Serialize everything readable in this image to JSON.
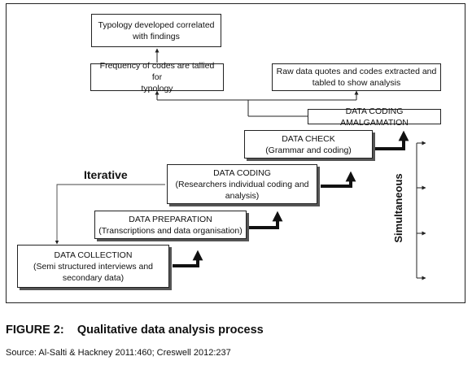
{
  "diagram": {
    "boxes": {
      "typology": {
        "lines": [
          "Typology developed correlated",
          "with findings"
        ]
      },
      "frequency": {
        "lines": [
          "Frequency of codes are tallied for",
          "typology"
        ]
      },
      "rawdata": {
        "lines": [
          "Raw data quotes and codes extracted and",
          "tabled to show analysis"
        ]
      },
      "amalgamation": {
        "lines": [
          "DATA CODING AMALGAMATION"
        ]
      },
      "check": {
        "lines": [
          "DATA CHECK",
          "(Grammar and coding)"
        ]
      },
      "coding": {
        "lines": [
          "DATA CODING",
          "(Researchers individual coding and",
          "analysis)"
        ]
      },
      "preparation": {
        "lines": [
          "DATA PREPARATION",
          "(Transcriptions and data organisation)"
        ]
      },
      "collection": {
        "lines": [
          "DATA COLLECTION",
          "(Semi structured interviews and",
          "secondary data)"
        ]
      }
    },
    "labels": {
      "iterative": "Iterative",
      "simultaneous": "Simultaneous"
    }
  },
  "figure": {
    "caption": "FIGURE 2:    Qualitative data analysis process",
    "source": "Source: Al-Salti & Hackney 2011:460; Creswell 2012:237"
  }
}
